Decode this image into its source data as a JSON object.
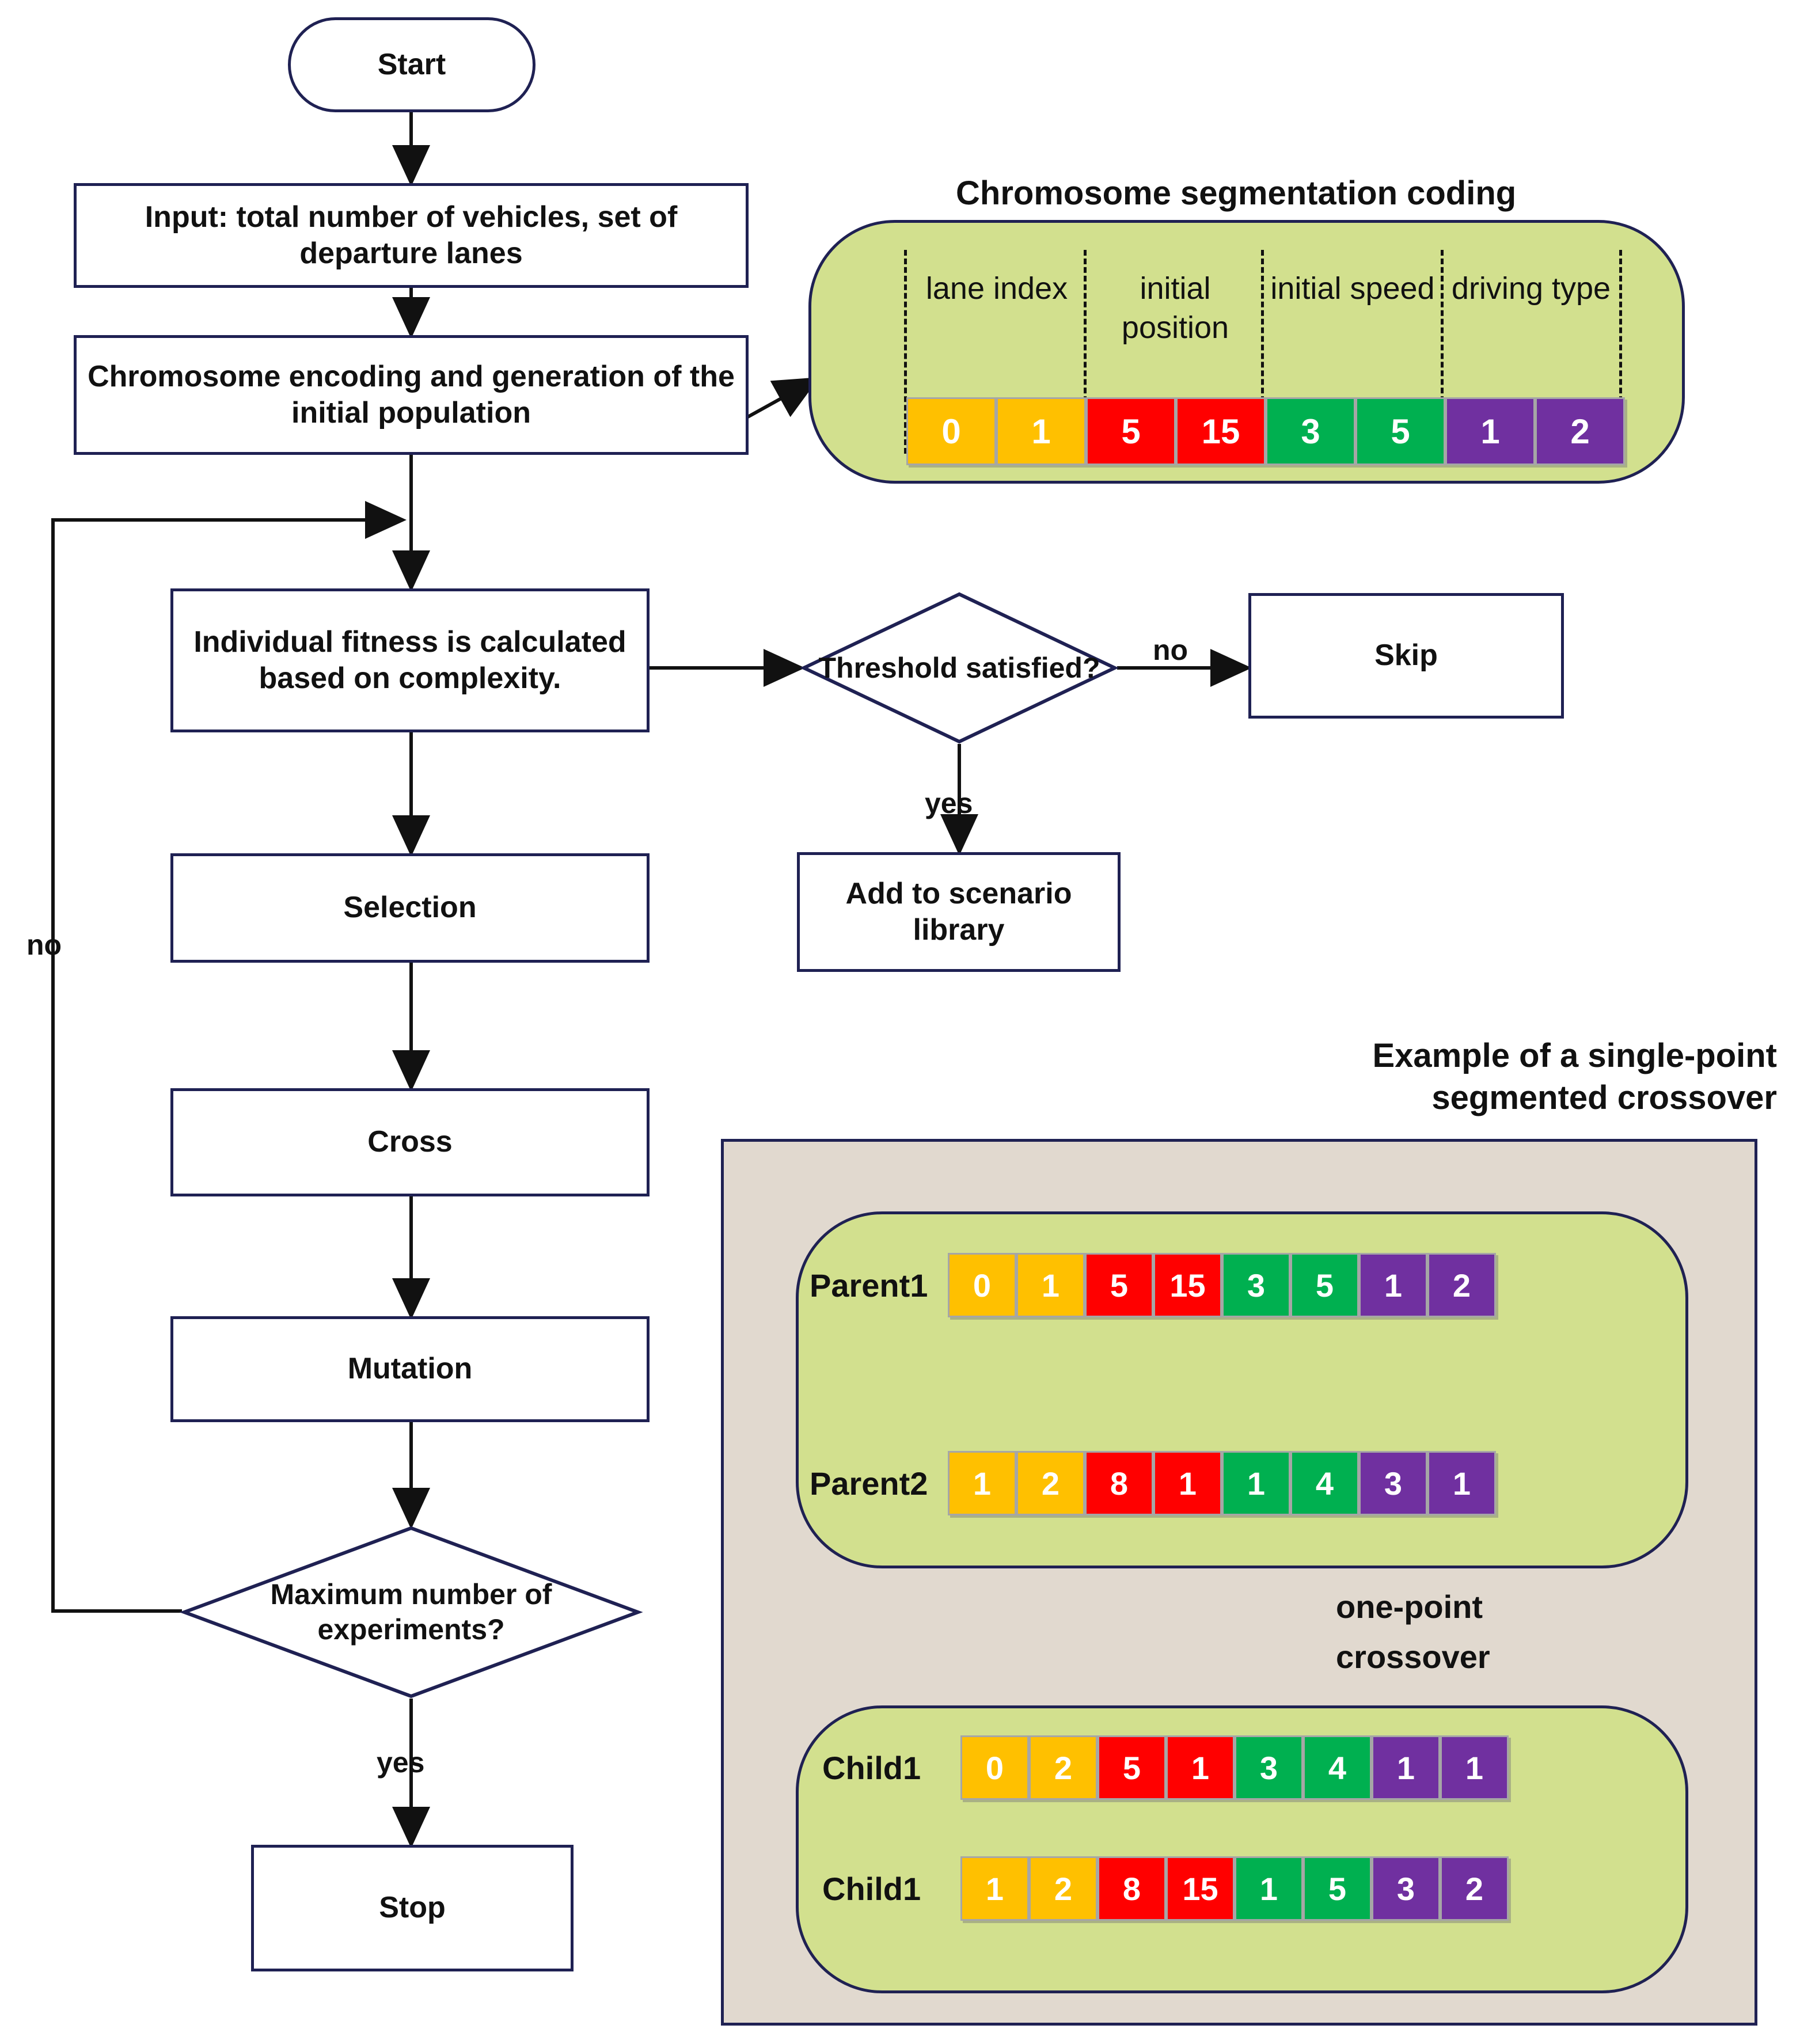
{
  "flow": {
    "start": "Start",
    "input": "Input: total number of vehicles, set of departure lanes",
    "encoding": "Chromosome encoding and generation of the initial population",
    "fitness": "Individual fitness is calculated based on complexity.",
    "threshold": "Threshold satisfied?",
    "skip": "Skip",
    "add_library": "Add to scenario library",
    "selection": "Selection",
    "cross": "Cross",
    "mutation": "Mutation",
    "max_experiments": "Maximum number of experiments?",
    "stop": "Stop"
  },
  "edge_labels": {
    "threshold_no": "no",
    "threshold_yes": "yes",
    "loop_no": "no",
    "max_yes": "yes"
  },
  "coding_panel": {
    "title": "Chromosome segmentation coding",
    "segments": [
      "lane index",
      "initial position",
      "initial speed",
      "driving type"
    ],
    "genes": [
      {
        "value": "0",
        "color": "amber"
      },
      {
        "value": "1",
        "color": "amber"
      },
      {
        "value": "5",
        "color": "red"
      },
      {
        "value": "15",
        "color": "red"
      },
      {
        "value": "3",
        "color": "green"
      },
      {
        "value": "5",
        "color": "green"
      },
      {
        "value": "1",
        "color": "purple"
      },
      {
        "value": "2",
        "color": "purple"
      }
    ]
  },
  "crossover_panel": {
    "title": "Example of a single-point segmented crossover",
    "operation_label": "one-point crossover",
    "rows": [
      {
        "label": "Parent1",
        "genes": [
          {
            "value": "0",
            "color": "amber"
          },
          {
            "value": "1",
            "color": "amber"
          },
          {
            "value": "5",
            "color": "red"
          },
          {
            "value": "15",
            "color": "red"
          },
          {
            "value": "3",
            "color": "green"
          },
          {
            "value": "5",
            "color": "green"
          },
          {
            "value": "1",
            "color": "purple"
          },
          {
            "value": "2",
            "color": "purple"
          }
        ]
      },
      {
        "label": "Parent2",
        "genes": [
          {
            "value": "1",
            "color": "amber"
          },
          {
            "value": "2",
            "color": "amber"
          },
          {
            "value": "8",
            "color": "red"
          },
          {
            "value": "1",
            "color": "red"
          },
          {
            "value": "1",
            "color": "green"
          },
          {
            "value": "4",
            "color": "green"
          },
          {
            "value": "3",
            "color": "purple"
          },
          {
            "value": "1",
            "color": "purple"
          }
        ]
      },
      {
        "label": "Child1",
        "genes": [
          {
            "value": "0",
            "color": "amber"
          },
          {
            "value": "2",
            "color": "amber"
          },
          {
            "value": "5",
            "color": "red"
          },
          {
            "value": "1",
            "color": "red"
          },
          {
            "value": "3",
            "color": "green"
          },
          {
            "value": "4",
            "color": "green"
          },
          {
            "value": "1",
            "color": "purple"
          },
          {
            "value": "1",
            "color": "purple"
          }
        ]
      },
      {
        "label": "Child1",
        "genes": [
          {
            "value": "1",
            "color": "amber"
          },
          {
            "value": "2",
            "color": "amber"
          },
          {
            "value": "8",
            "color": "red"
          },
          {
            "value": "15",
            "color": "red"
          },
          {
            "value": "1",
            "color": "green"
          },
          {
            "value": "5",
            "color": "green"
          },
          {
            "value": "3",
            "color": "purple"
          },
          {
            "value": "2",
            "color": "purple"
          }
        ]
      }
    ]
  },
  "colors": {
    "amber": "#FFC000",
    "red": "#FF0000",
    "green": "#00B050",
    "purple": "#7030A0",
    "pill_bg": "#D2E08E",
    "panel_bg": "#E1D9CF",
    "outline": "#1F2153",
    "arrow_blue": "#4A63C8"
  }
}
